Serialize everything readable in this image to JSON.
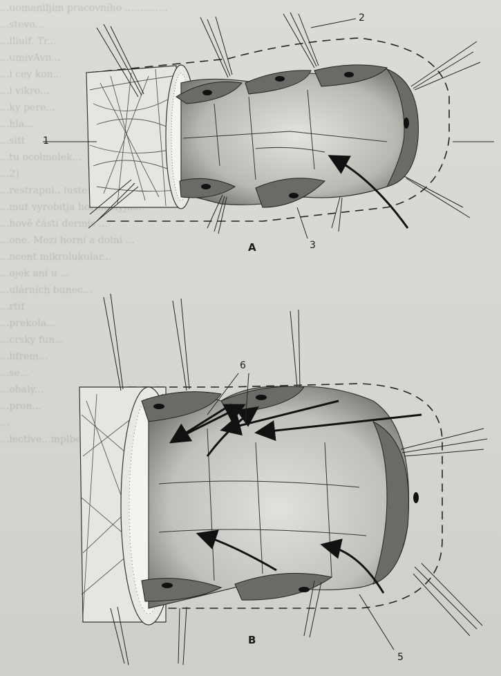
{
  "figure": {
    "panels": [
      {
        "label": "A"
      },
      {
        "label": "B"
      }
    ],
    "callouts": [
      "1",
      "2",
      "3",
      "5",
      "6"
    ]
  },
  "background_text": [
    "...uomaniljim pracovního ..............",
    "...stevo...",
    "...lliulf. Tr...",
    "...umivAvn...",
    "...l cey kon...",
    "...l vikro...",
    "...ky pere...",
    "...hla...",
    "...sitt",
    "...tu ocolmolek...",
    "...2)",
    "...restrapní.. lusteri...",
    "...mut vyrobitja hormoclyjile..",
    "...hově části dermis ...",
    "...one. Mezi horní a dolní ...",
    "...ncent mikrolukular...",
    "...ojek ani u ...",
    "...ulárních bunec...",
    "...rtif",
    "",
    "...prekola...",
    "...crsky fun...",
    "...lifrem...",
    "...se...",
    "...ohaly...",
    "...pron...",
    "...",
    "...lective...mplbel"
  ]
}
